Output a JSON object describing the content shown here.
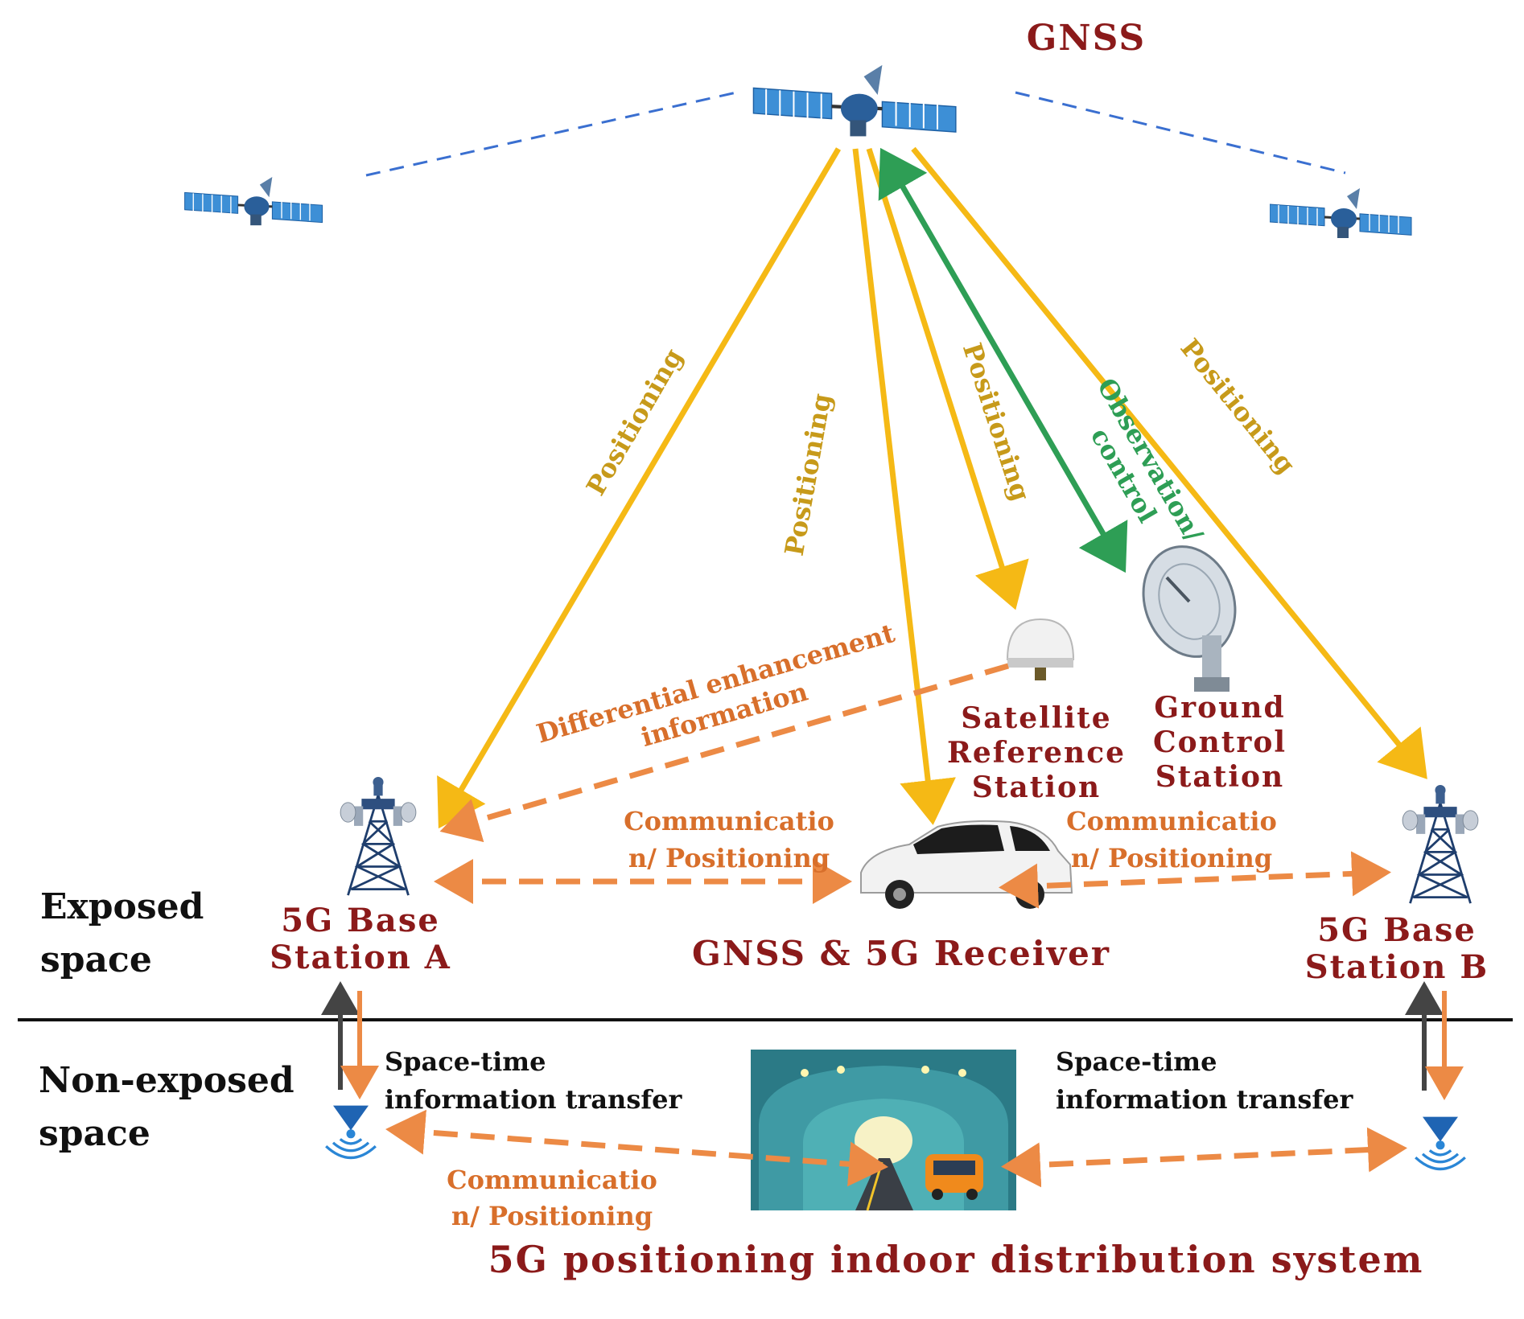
{
  "title": "GNSS",
  "zones": {
    "exposed": [
      "Exposed",
      "space"
    ],
    "non_exposed": [
      "Non-exposed",
      "space"
    ]
  },
  "nodes": {
    "base_station_a": [
      "5G  Base",
      "Station A"
    ],
    "base_station_b": [
      "5G  Base",
      "Station B"
    ],
    "receiver": "GNSS & 5G Receiver",
    "satellite_reference_station": [
      "Satellite",
      "Reference",
      "Station"
    ],
    "ground_control_station": [
      "Ground",
      "Control",
      "Station"
    ],
    "indoor_system": "5G  positioning indoor distribution system"
  },
  "links": {
    "positioning": "Positioning",
    "observation_control": [
      "Observation/",
      "control"
    ],
    "differential": [
      "Differential enhancement",
      "information"
    ],
    "comm_positioning": [
      "Communicatio",
      "n/ Positioning"
    ],
    "space_time": [
      "Space-time",
      "information transfer"
    ]
  },
  "colors": {
    "positioning": "#f5b915",
    "observation": "#2e9e55",
    "communication": "#ec8a45",
    "label_red": "#8b1a1a",
    "label_gold": "#c79a1a",
    "label_orange": "#d86f2b",
    "satellite_panel": "#3d8fd6",
    "orbit": "#3a6fd0"
  },
  "icons": [
    "satellite-icon",
    "base-station-tower-icon",
    "car-icon",
    "dome-antenna-icon",
    "dish-antenna-icon",
    "indoor-antenna-icon",
    "tunnel-scene-icon"
  ]
}
